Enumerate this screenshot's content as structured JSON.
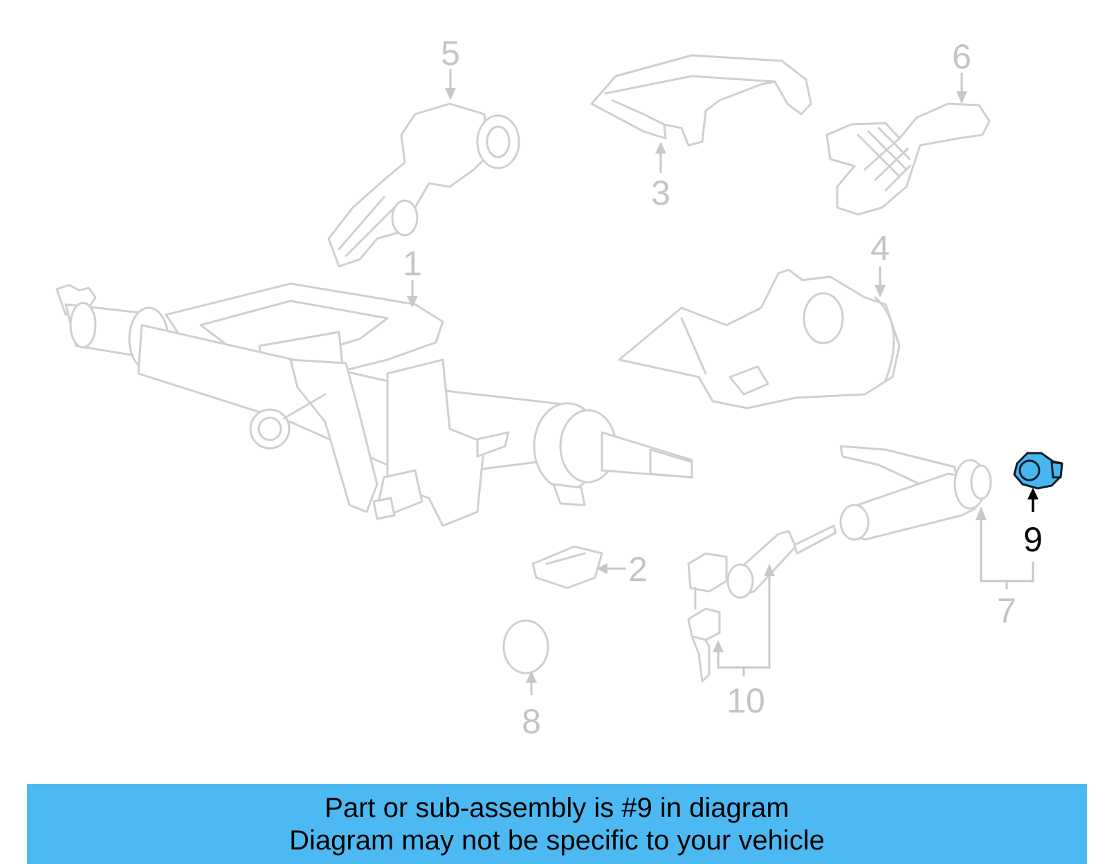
{
  "diagram": {
    "parts": [
      {
        "number": "1",
        "highlighted": false
      },
      {
        "number": "2",
        "highlighted": false
      },
      {
        "number": "3",
        "highlighted": false
      },
      {
        "number": "4",
        "highlighted": false
      },
      {
        "number": "5",
        "highlighted": false
      },
      {
        "number": "6",
        "highlighted": false
      },
      {
        "number": "7",
        "highlighted": false
      },
      {
        "number": "8",
        "highlighted": false
      },
      {
        "number": "9",
        "highlighted": true
      },
      {
        "number": "10",
        "highlighted": false
      }
    ],
    "colors": {
      "outline": "#cfcfcf",
      "highlight_fill": "#45b6f0",
      "highlight_label": "#000000",
      "banner_background": "#4cb9f2"
    }
  },
  "banner": {
    "line1": "Part or sub-assembly is #9 in diagram",
    "line2": "Diagram may not be specific to your vehicle"
  }
}
